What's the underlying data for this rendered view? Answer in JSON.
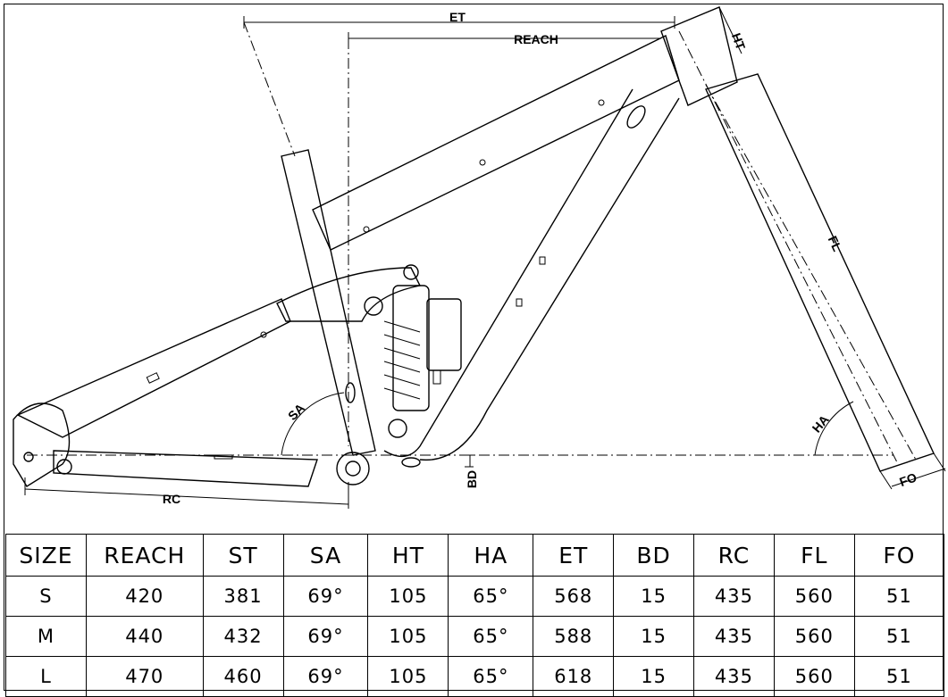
{
  "labels": {
    "et": "ET",
    "reach": "REACH",
    "ht": "HT",
    "fl": "FL",
    "sa": "SA",
    "ha": "HA",
    "bd": "BD",
    "rc": "RC",
    "fo": "FO"
  },
  "table": {
    "headers": [
      "SIZE",
      "REACH",
      "ST",
      "SA",
      "HT",
      "HA",
      "ET",
      "BD",
      "RC",
      "FL",
      "FO"
    ],
    "rows": [
      [
        "S",
        "420",
        "381",
        "69°",
        "105",
        "65°",
        "568",
        "15",
        "435",
        "560",
        "51"
      ],
      [
        "M",
        "440",
        "432",
        "69°",
        "105",
        "65°",
        "588",
        "15",
        "435",
        "560",
        "51"
      ],
      [
        "L",
        "470",
        "460",
        "69°",
        "105",
        "65°",
        "618",
        "15",
        "435",
        "560",
        "51"
      ]
    ]
  }
}
